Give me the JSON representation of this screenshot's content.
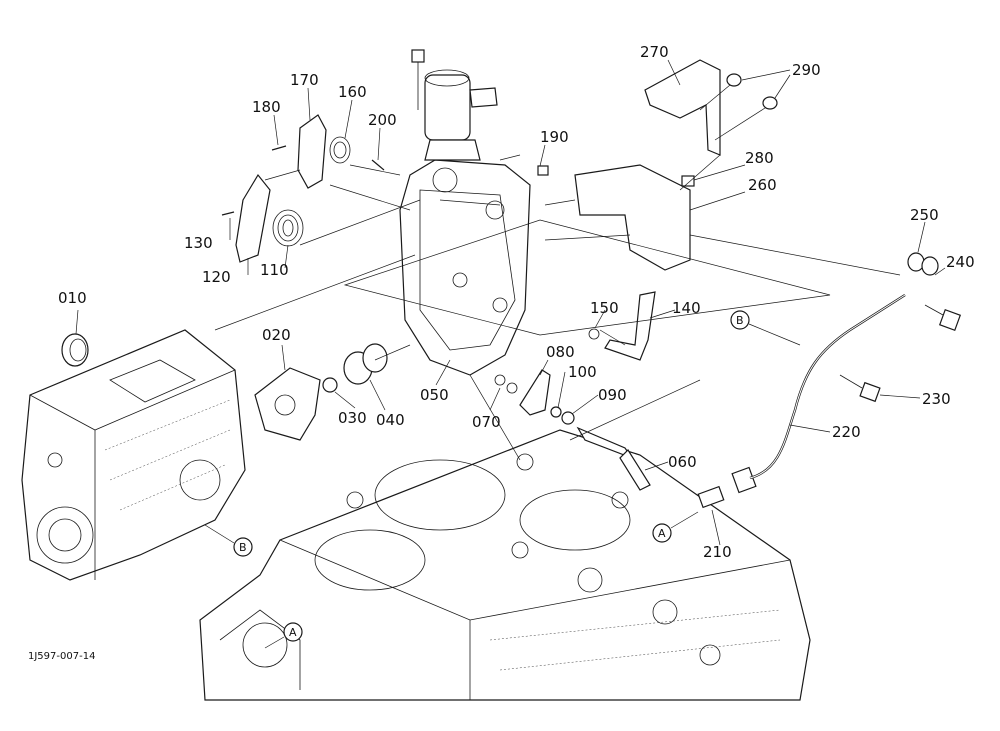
{
  "diagram": {
    "reference_code": "1J597-007-14",
    "callouts": [
      "010",
      "020",
      "030",
      "040",
      "050",
      "060",
      "070",
      "080",
      "090",
      "100",
      "110",
      "120",
      "130",
      "140",
      "150",
      "160",
      "170",
      "180",
      "190",
      "200",
      "210",
      "220",
      "230",
      "240",
      "250",
      "260",
      "270",
      "280",
      "290"
    ],
    "markers": [
      "A",
      "A",
      "B",
      "B"
    ]
  }
}
